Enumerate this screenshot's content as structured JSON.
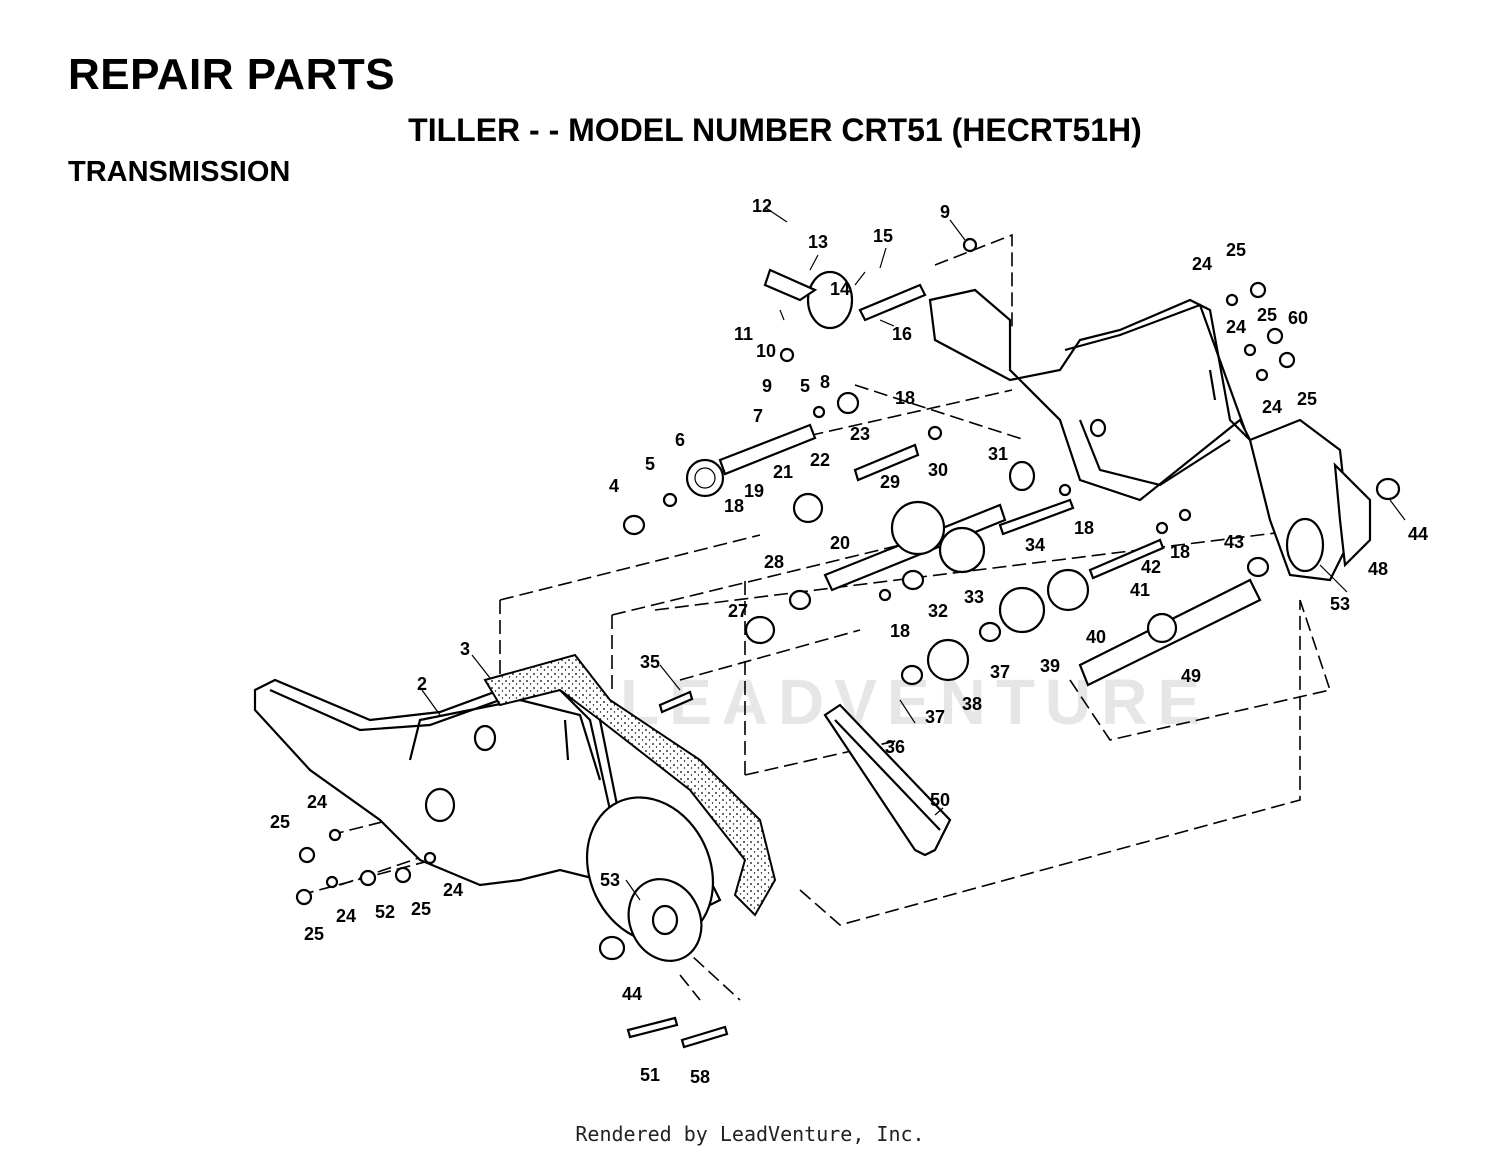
{
  "title": "REPAIR PARTS",
  "subtitle": "TILLER - - MODEL NUMBER CRT51 (HECRT51H)",
  "section": "TRANSMISSION",
  "footer": "Rendered by LeadVenture, Inc.",
  "watermark": "LEADVENTURE",
  "part_callouts": [
    "12",
    "13",
    "15",
    "9",
    "14",
    "11",
    "10",
    "16",
    "9",
    "5",
    "8",
    "7",
    "18",
    "23",
    "6",
    "5",
    "4",
    "21",
    "22",
    "18",
    "19",
    "20",
    "29",
    "30",
    "31",
    "18",
    "34",
    "24",
    "25",
    "60",
    "24",
    "25",
    "24",
    "25",
    "44",
    "48",
    "53",
    "43",
    "18",
    "42",
    "41",
    "40",
    "28",
    "27",
    "32",
    "18",
    "33",
    "39",
    "37",
    "38",
    "37",
    "36",
    "35",
    "3",
    "2",
    "49",
    "50",
    "53",
    "44",
    "51",
    "58",
    "25",
    "24",
    "25",
    "24",
    "52",
    "25",
    "24",
    "25",
    "24"
  ]
}
